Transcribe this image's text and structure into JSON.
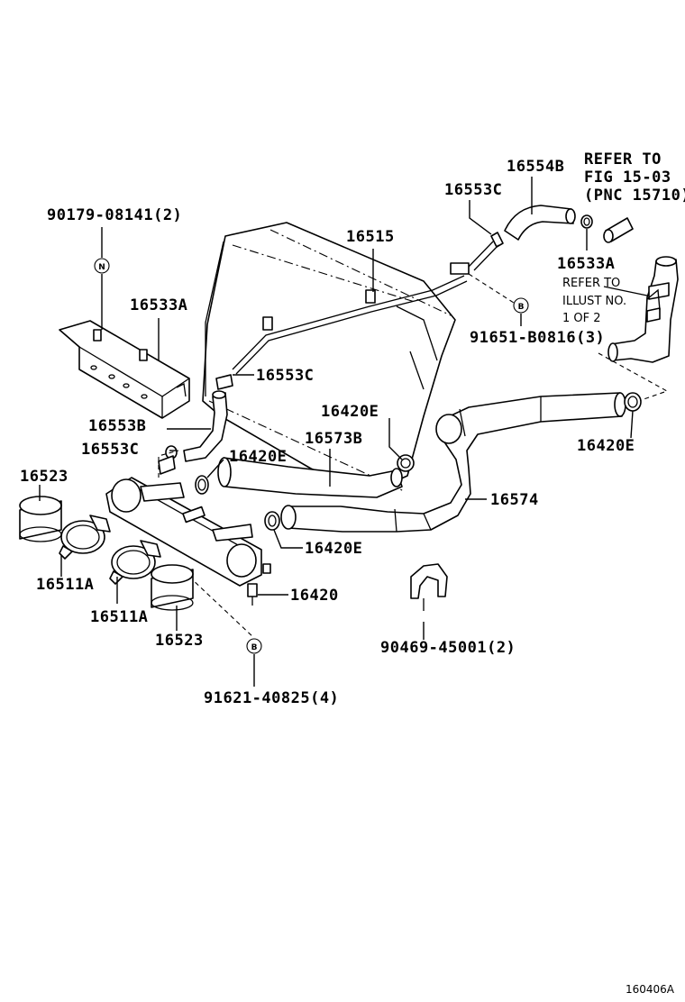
{
  "labels": {
    "p_16554B": "16554B",
    "p_16553C_top": "16553C",
    "p_refer_fig_1": "REFER TO",
    "p_refer_fig_2": "FIG 15-03",
    "p_refer_fig_3": "(PNC 15710)",
    "p_90179": "90179-08141(2)",
    "p_16515": "16515",
    "p_16533A_right": "16533A",
    "p_refer_illust_1": "REFER TO",
    "p_refer_illust_2": "ILLUST NO.",
    "p_refer_illust_3": "1 OF 2",
    "p_16533A_left": "16533A",
    "p_91651": "91651-B0816(3)",
    "p_16553C_mid": "16553C",
    "p_16420E_top": "16420E",
    "p_16553B": "16553B",
    "p_16573B": "16573B",
    "p_16420E_right": "16420E",
    "p_16553C_low": "16553C",
    "p_16420E_mid": "16420E",
    "p_16523_top": "16523",
    "p_16574": "16574",
    "p_16420E_bottom": "16420E",
    "p_16511A_1": "16511A",
    "p_16420": "16420",
    "p_16511A_2": "16511A",
    "p_16523_bottom": "16523",
    "p_90469": "90469-45001(2)",
    "p_91621": "91621-40825(4)",
    "figure_code": "160406A"
  },
  "symbols": {
    "n_symbol": "N",
    "b_symbol_1": "B",
    "b_symbol_2": "B"
  }
}
